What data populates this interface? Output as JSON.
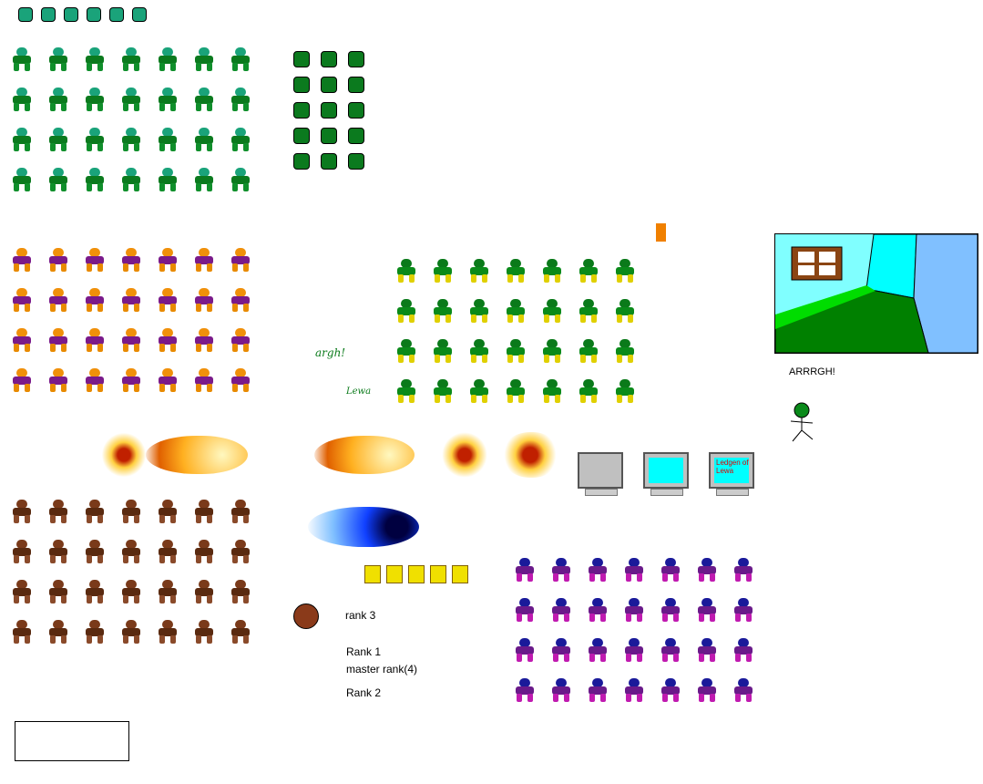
{
  "labels": {
    "arrrgh": "ARRRGH!",
    "argh": "argh!",
    "lewa": "Lewa",
    "rank3": "rank 3",
    "rank1": "Rank 1",
    "master_rank": "master rank(4)",
    "rank2": "Rank 2",
    "monitor_text": "Ledgen of Lewa"
  },
  "palettes": {
    "teal_green": {
      "head": "#1aa37a",
      "body": "#0b7a1e",
      "limb": "#0f8f2b"
    },
    "orange_purple": {
      "head": "#f0900a",
      "body": "#7a1a8a",
      "limb": "#e88a00"
    },
    "green_yellow": {
      "head": "#0a7a1a",
      "body": "#0a8a1a",
      "limb": "#e0d000"
    },
    "brown": {
      "head": "#7a3a1a",
      "body": "#5a2a10",
      "limb": "#8a4a2a"
    },
    "blue_purple": {
      "head": "#1a1a9a",
      "body": "#6a1a8a",
      "limb": "#c01ab0"
    }
  },
  "colors": {
    "sky": "#80ffff",
    "wall": "#00ffff",
    "floor": "#008000",
    "right_wall": "#80c0ff",
    "fire": "#ffb020",
    "blue_fire": "#1040ff"
  }
}
